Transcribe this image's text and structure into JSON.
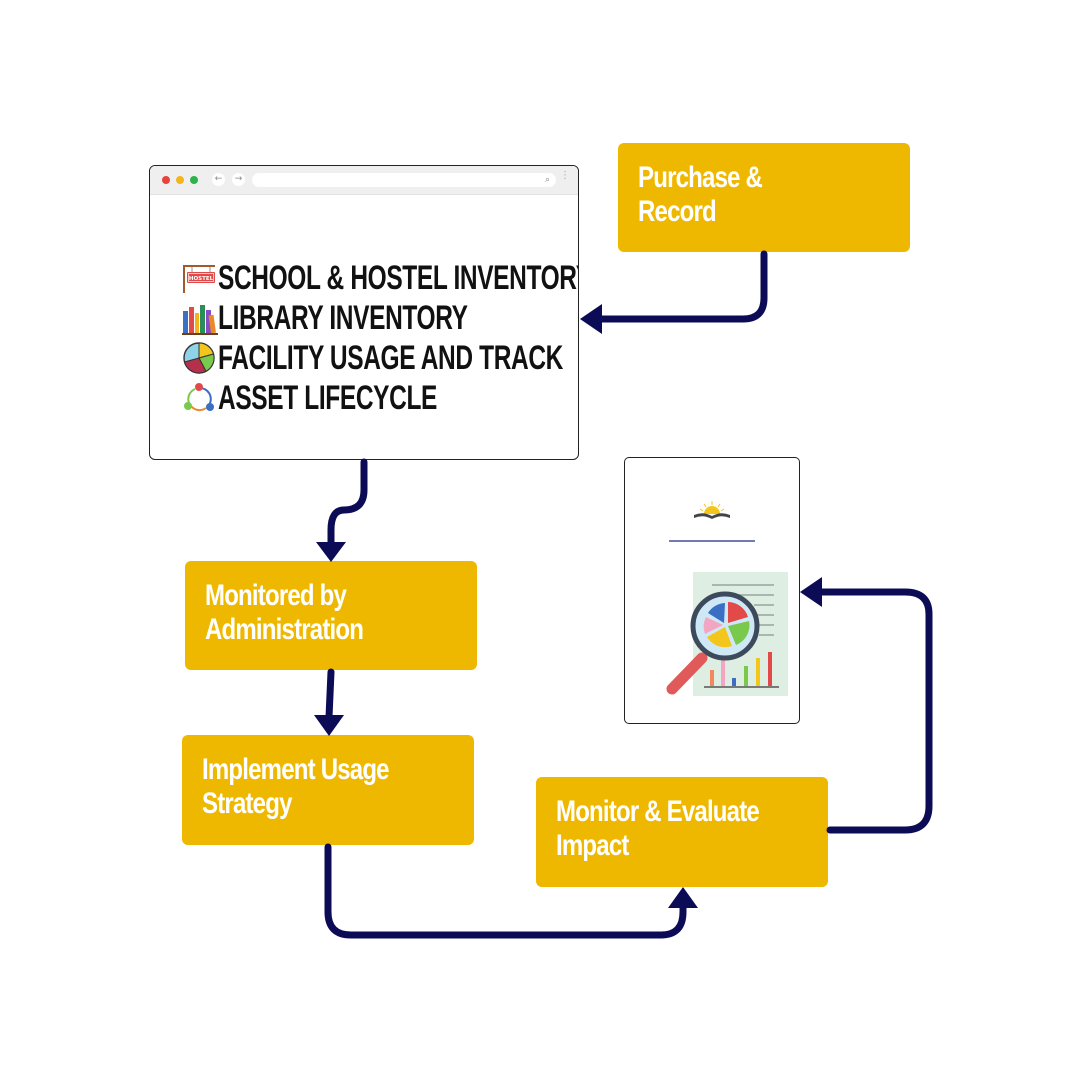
{
  "boxes": {
    "purchase": [
      "Purchase &",
      "Record"
    ],
    "monitored": [
      "Monitored by",
      "Administration"
    ],
    "implement": [
      "Implement Usage",
      "Strategy"
    ],
    "evaluate": [
      "Monitor & Evaluate",
      "Impact"
    ]
  },
  "inventory": {
    "items": [
      {
        "label": "SCHOOL & HOSTEL INVENTORY",
        "icon": "hostel-sign-icon"
      },
      {
        "label": "LIBRARY INVENTORY",
        "icon": "books-icon"
      },
      {
        "label": "FACILITY USAGE AND TRACK",
        "icon": "pie-chart-icon"
      },
      {
        "label": "ASSET LIFECYCLE",
        "icon": "lifecycle-icon"
      }
    ],
    "hostel_sign_text": "HOSTEL"
  },
  "colors": {
    "box": "#efb800",
    "box_text": "#ffffff",
    "arrow": "#0b0c55",
    "inventory_text": "#111111"
  }
}
